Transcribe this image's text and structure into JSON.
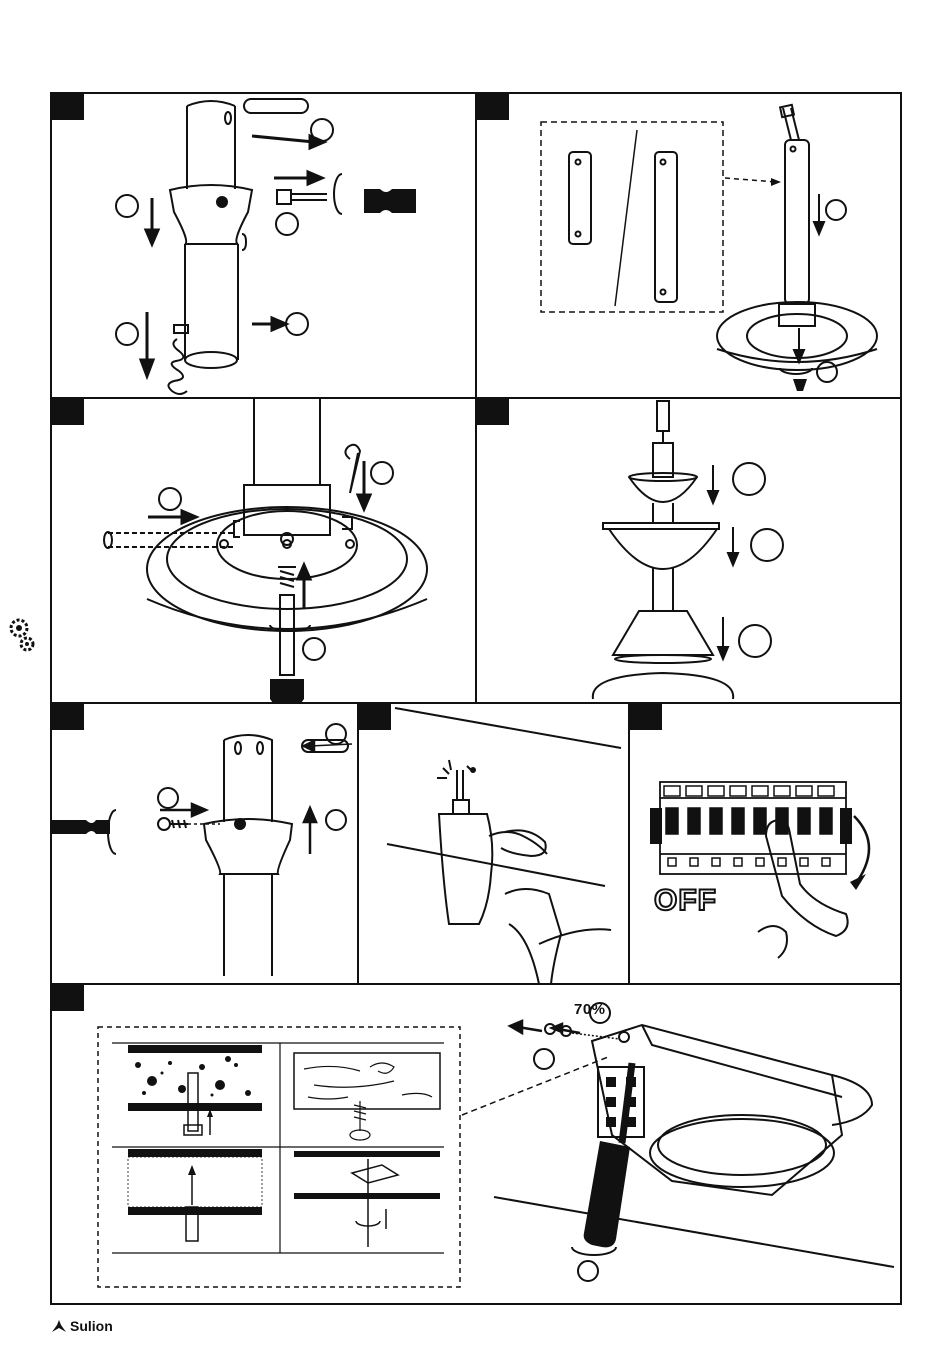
{
  "labels": {
    "percent": "70%",
    "switch_state": "OFF"
  },
  "footer": {
    "brand": "Sulion"
  },
  "icons": {
    "side": "gears-icon",
    "brand": "sulion-logo-icon"
  },
  "colors": {
    "ink": "#111111",
    "paper": "#ffffff"
  }
}
